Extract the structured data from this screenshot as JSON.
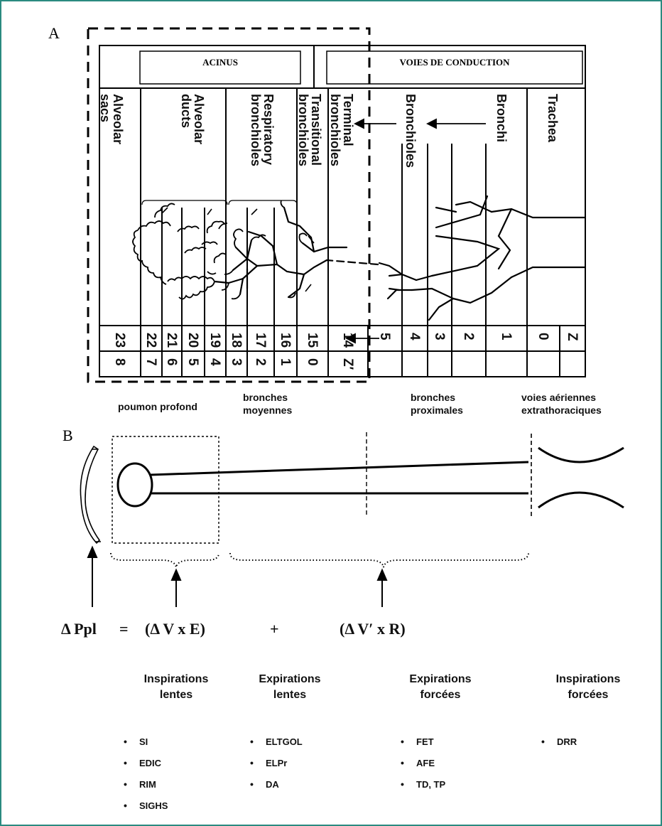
{
  "panelA": {
    "letter": "A",
    "acinus": "ACINUS",
    "conduction": "VOIES  DE CONDUCTION",
    "columns": [
      {
        "lines": [
          "Alveolar",
          "sacs"
        ]
      },
      {
        "lines": [
          "Alveolar",
          "ducts"
        ]
      },
      {
        "lines": [
          "Respiratory",
          "bronchioles"
        ]
      },
      {
        "lines": [
          "Transitional",
          "bronchioles"
        ]
      },
      {
        "lines": [
          "Terminal",
          "bronchioles"
        ]
      },
      {
        "lines": [
          "Bronchioles"
        ]
      },
      {
        "lines": [
          "Bronchi"
        ]
      },
      {
        "lines": [
          "Trachea"
        ]
      }
    ],
    "z_row": [
      "23",
      "22",
      "21",
      "20",
      "19",
      "18",
      "17",
      "16",
      "15",
      "14",
      "5",
      "4",
      "3",
      "2",
      "1",
      "0",
      "Z"
    ],
    "zprime_row": [
      "8",
      "7",
      "6",
      "5",
      "4",
      "3",
      "2",
      "1",
      "0",
      "Z′"
    ]
  },
  "zones": {
    "deep": "poumon profond",
    "mid_l1": "bronches",
    "mid_l2": "moyennes",
    "prox_l1": "bronches",
    "prox_l2": "proximales",
    "extra_l1": "voies aériennes",
    "extra_l2": "extrathoraciques"
  },
  "panelB": {
    "letter": "B",
    "eq_lhs": "Δ Ppl",
    "eq_equals": "=",
    "eq_term1": "(Δ V x E)",
    "eq_plus": "+",
    "eq_term2": "(Δ V′ x R)"
  },
  "techniques": [
    {
      "title1": "Inspirations",
      "title2": "lentes",
      "items": [
        "SI",
        "EDIC",
        "RIM",
        "SIGHS"
      ]
    },
    {
      "title1": "Expirations",
      "title2": "lentes",
      "items": [
        "ELTGOL",
        "ELPr",
        "DA"
      ]
    },
    {
      "title1": "Expirations",
      "title2": "forcées",
      "items": [
        "FET",
        "AFE",
        "TD, TP"
      ]
    },
    {
      "title1": "Inspirations",
      "title2": "forcées",
      "items": [
        "DRR"
      ]
    }
  ]
}
